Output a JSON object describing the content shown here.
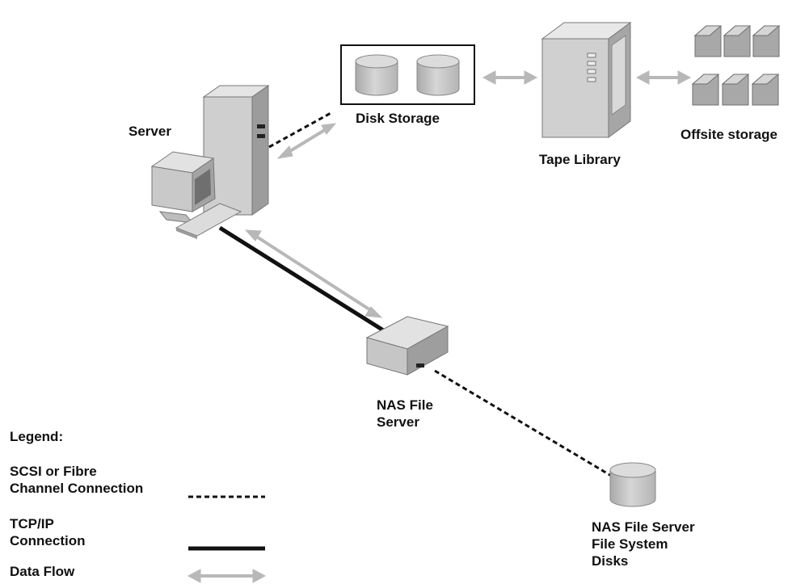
{
  "labels": {
    "server": "Server",
    "disk_storage": "Disk Storage",
    "tape_library": "Tape Library",
    "offsite_storage": "Offsite storage",
    "nas_file_server_line1": "NAS File",
    "nas_file_server_line2": "Server",
    "nas_disks_line1": "NAS File Server",
    "nas_disks_line2": "File System",
    "nas_disks_line3": "Disks"
  },
  "legend": {
    "title": "Legend:",
    "scsi_line1": "SCSI or Fibre",
    "scsi_line2": "Channel Connection",
    "tcpip_line1": "TCP/IP",
    "tcpip_line2": "Connection",
    "dataflow": "Data Flow"
  },
  "colors": {
    "device_light": "#dcdcdc",
    "device_mid": "#bdbdbd",
    "device_dark": "#8f8f8f",
    "data_flow_arrow": "#b8b8b8",
    "connection_line": "#111111"
  }
}
